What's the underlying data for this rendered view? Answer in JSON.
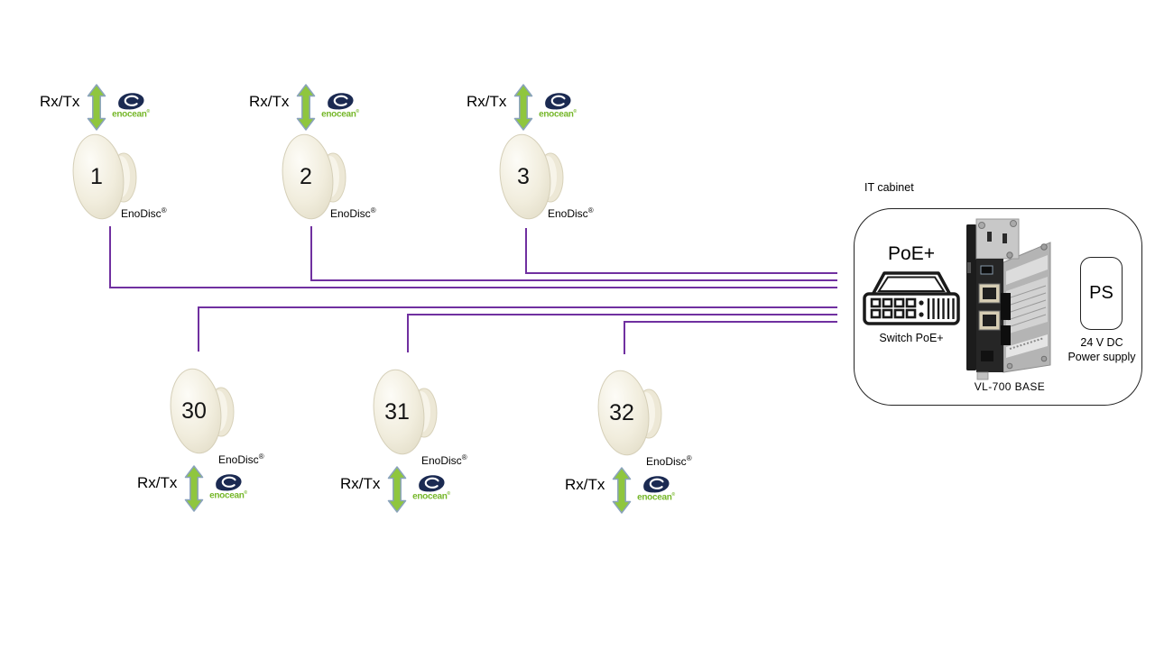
{
  "labels": {
    "rx_tx": "Rx/Tx",
    "enodisc": "EnoDisc",
    "reg": "®",
    "enocean": "enocean"
  },
  "devices": [
    {
      "number": "1"
    },
    {
      "number": "2"
    },
    {
      "number": "3"
    },
    {
      "number": "30"
    },
    {
      "number": "31"
    },
    {
      "number": "32"
    }
  ],
  "cabinet": {
    "title": "IT cabinet",
    "poe_plus": "PoE+",
    "switch_label": "Switch PoE+",
    "base_label": "VL-700 BASE",
    "ps": "PS",
    "ps_line1": "24 V DC",
    "ps_line2": "Power supply"
  },
  "colors": {
    "wire_purple": "#7030A0",
    "arrow_green": "#8FC63E",
    "arrow_outline": "#8AA3BC",
    "enocean_navy": "#1B2A52",
    "enocean_green": "#76B72A",
    "disc_cream": "#F1EDDD"
  }
}
